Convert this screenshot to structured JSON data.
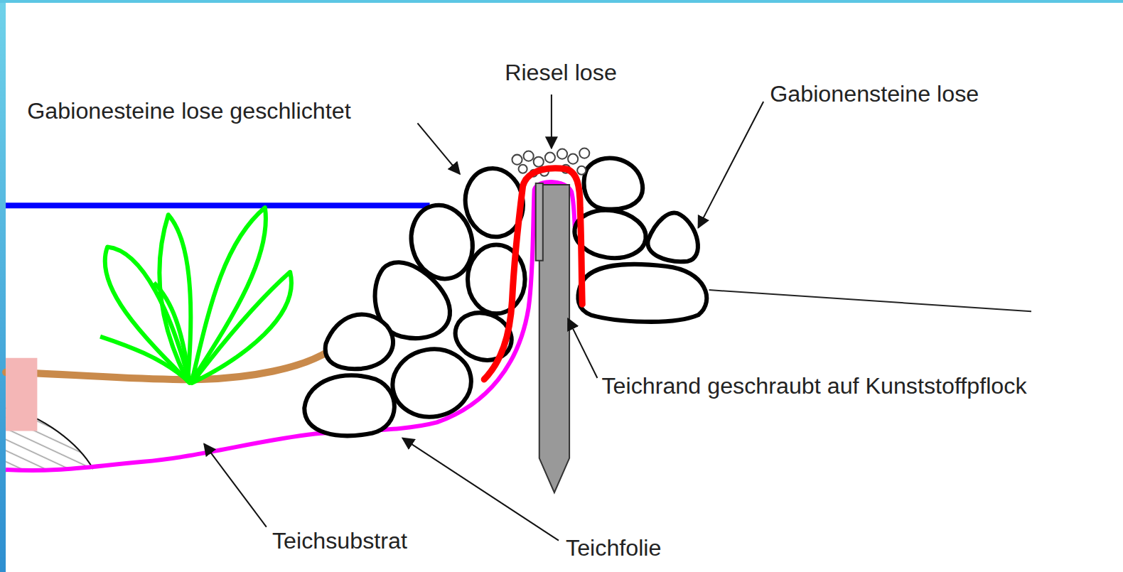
{
  "diagram": {
    "labels": [
      "Riesel lose",
      "Gabionesteine lose geschlichtet",
      "Gabionensteine lose",
      "Teichrand geschraubt auf Kunststoffpflock",
      "Teichsubstrat",
      "Teichfolie"
    ]
  }
}
